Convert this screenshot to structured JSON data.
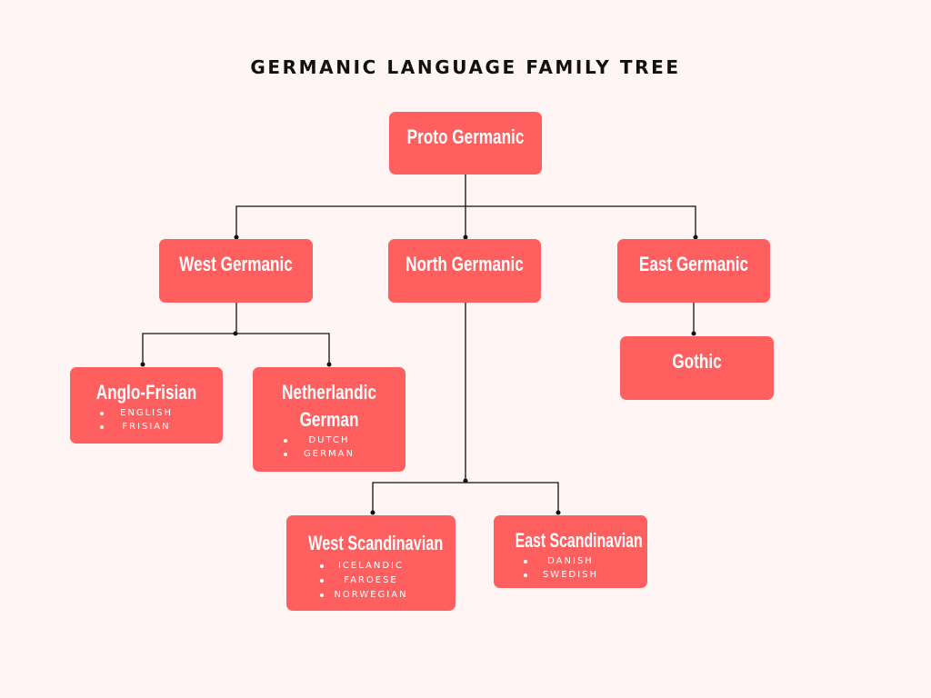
{
  "title": "GERMANIC LANGUAGE FAMILY TREE",
  "colors": {
    "background": "#fff5f4",
    "node_fill": "#ff5f5f",
    "node_text": "#ffffff",
    "connector": "#111111",
    "title": "#111111"
  },
  "nodes": {
    "proto_germanic": {
      "label": "Proto Germanic"
    },
    "west_germanic": {
      "label": "West Germanic"
    },
    "north_germanic": {
      "label": "North Germanic"
    },
    "east_germanic": {
      "label": "East Germanic"
    },
    "gothic": {
      "label": "Gothic"
    },
    "anglo_frisian": {
      "label": "Anglo-Frisian",
      "items": [
        "ENGLISH",
        "FRISIAN"
      ]
    },
    "netherlandic_german": {
      "label_line1": "Netherlandic",
      "label_line2": "German",
      "items": [
        "DUTCH",
        "GERMAN"
      ]
    },
    "west_scandinavian": {
      "label": "West Scandinavian",
      "items": [
        "ICELANDIC",
        "FAROESE",
        "NORWEGIAN"
      ]
    },
    "east_scandinavian": {
      "label": "East Scandinavian",
      "items": [
        "DANISH",
        "SWEDISH"
      ]
    }
  }
}
